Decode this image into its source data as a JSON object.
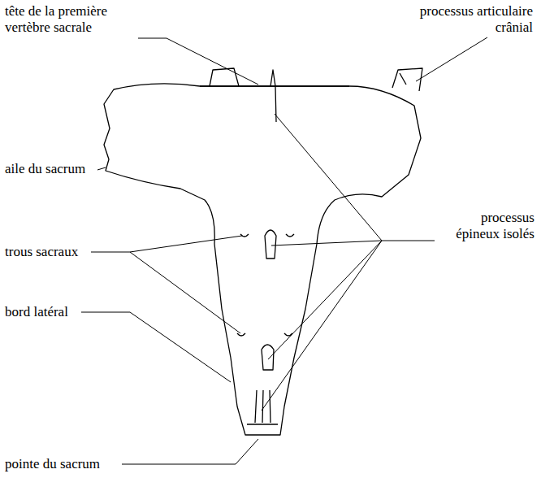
{
  "diagram": {
    "labels": [
      "tête de la première vertèbre sacrale",
      "processus articulaire crânial",
      "aile du sacrum",
      "processus épineux isolés",
      "trous sacraux",
      "bord latéral",
      "pointe du sacrum"
    ]
  }
}
